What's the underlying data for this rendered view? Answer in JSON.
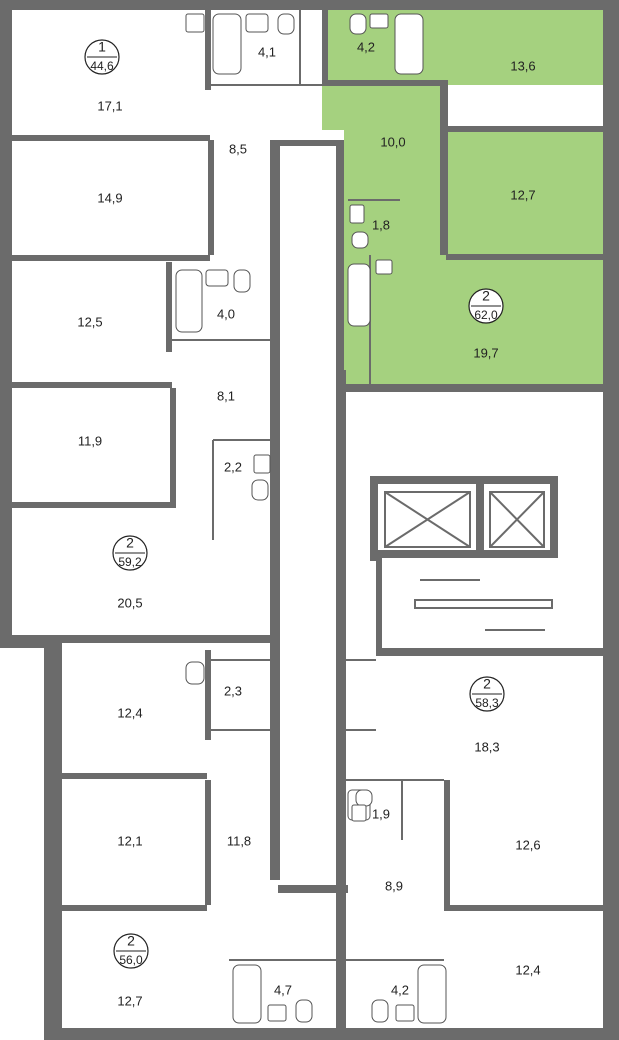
{
  "colors": {
    "highlight": "#a5d17f",
    "wall": "#6b6b6b",
    "window_frame": "#888888"
  },
  "apartments": [
    {
      "id": "apt-1",
      "number": "1",
      "area": "44,6"
    },
    {
      "id": "apt-2-top-right",
      "number": "2",
      "area": "62,0",
      "highlighted": true
    },
    {
      "id": "apt-2-mid-left",
      "number": "2",
      "area": "59,2"
    },
    {
      "id": "apt-2-mid-right",
      "number": "2",
      "area": "58,3"
    },
    {
      "id": "apt-2-bottom-left",
      "number": "2",
      "area": "56,0"
    }
  ],
  "rooms": [
    {
      "id": "r171",
      "area": "17,1"
    },
    {
      "id": "r41a",
      "area": "4,1"
    },
    {
      "id": "r42a",
      "area": "4,2"
    },
    {
      "id": "r136",
      "area": "13,6"
    },
    {
      "id": "r85",
      "area": "8,5"
    },
    {
      "id": "r100",
      "area": "10,0"
    },
    {
      "id": "r149",
      "area": "14,9"
    },
    {
      "id": "r127a",
      "area": "12,7"
    },
    {
      "id": "r18",
      "area": "1,8"
    },
    {
      "id": "r125",
      "area": "12,5"
    },
    {
      "id": "r40",
      "area": "4,0"
    },
    {
      "id": "r197",
      "area": "19,7"
    },
    {
      "id": "r81",
      "area": "8,1"
    },
    {
      "id": "r119",
      "area": "11,9"
    },
    {
      "id": "r22",
      "area": "2,2"
    },
    {
      "id": "r205",
      "area": "20,5"
    },
    {
      "id": "r124a",
      "area": "12,4"
    },
    {
      "id": "r23",
      "area": "2,3"
    },
    {
      "id": "r183",
      "area": "18,3"
    },
    {
      "id": "r121",
      "area": "12,1"
    },
    {
      "id": "r118",
      "area": "11,8"
    },
    {
      "id": "r19",
      "area": "1,9"
    },
    {
      "id": "r126",
      "area": "12,6"
    },
    {
      "id": "r89",
      "area": "8,9"
    },
    {
      "id": "r47",
      "area": "4,7"
    },
    {
      "id": "r42b",
      "area": "4,2"
    },
    {
      "id": "r124b",
      "area": "12,4"
    },
    {
      "id": "r127b",
      "area": "12,7"
    }
  ]
}
